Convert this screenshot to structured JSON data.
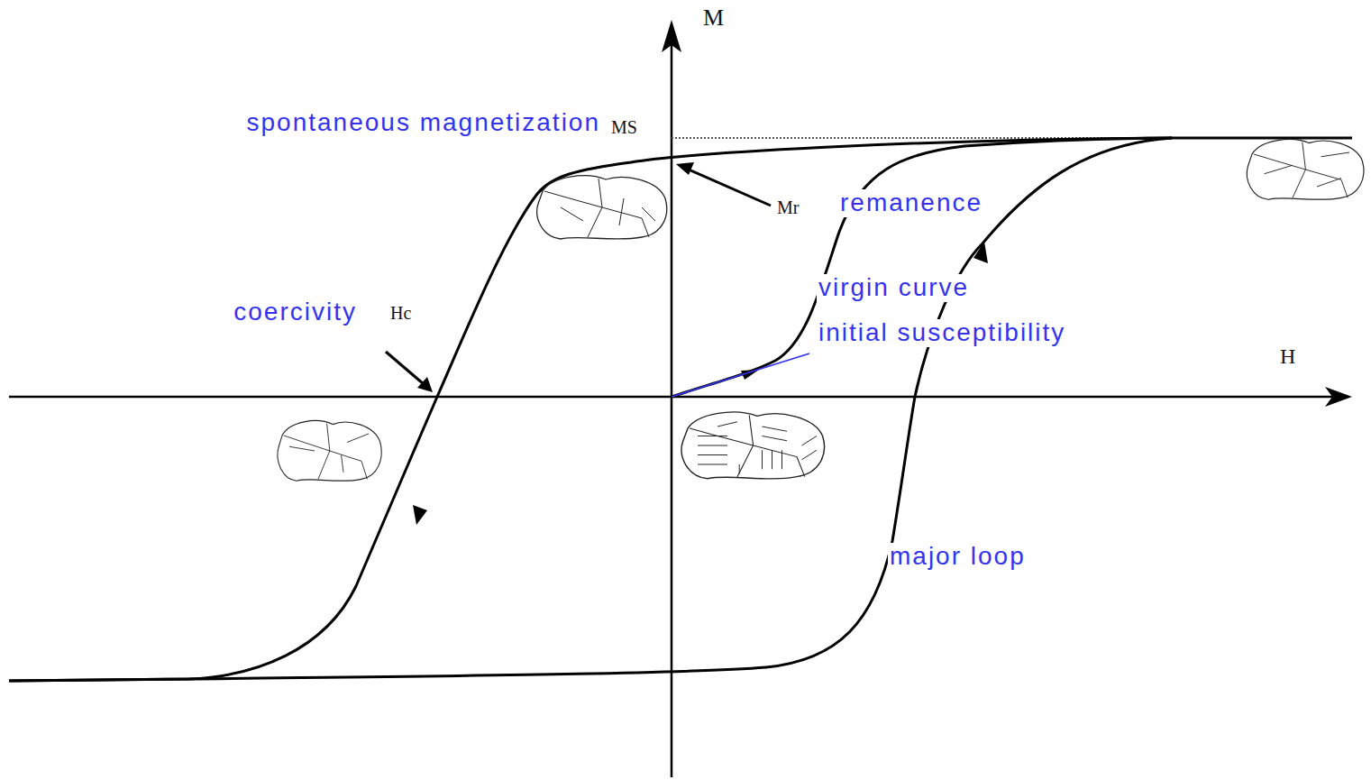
{
  "diagram": {
    "labels": [
      "M",
      "spontaneous magnetization",
      "MS",
      "Mr",
      "remanence",
      "coercivity",
      "Hc",
      "virgin curve",
      "initial susceptibility",
      "H",
      "major loop"
    ]
  }
}
